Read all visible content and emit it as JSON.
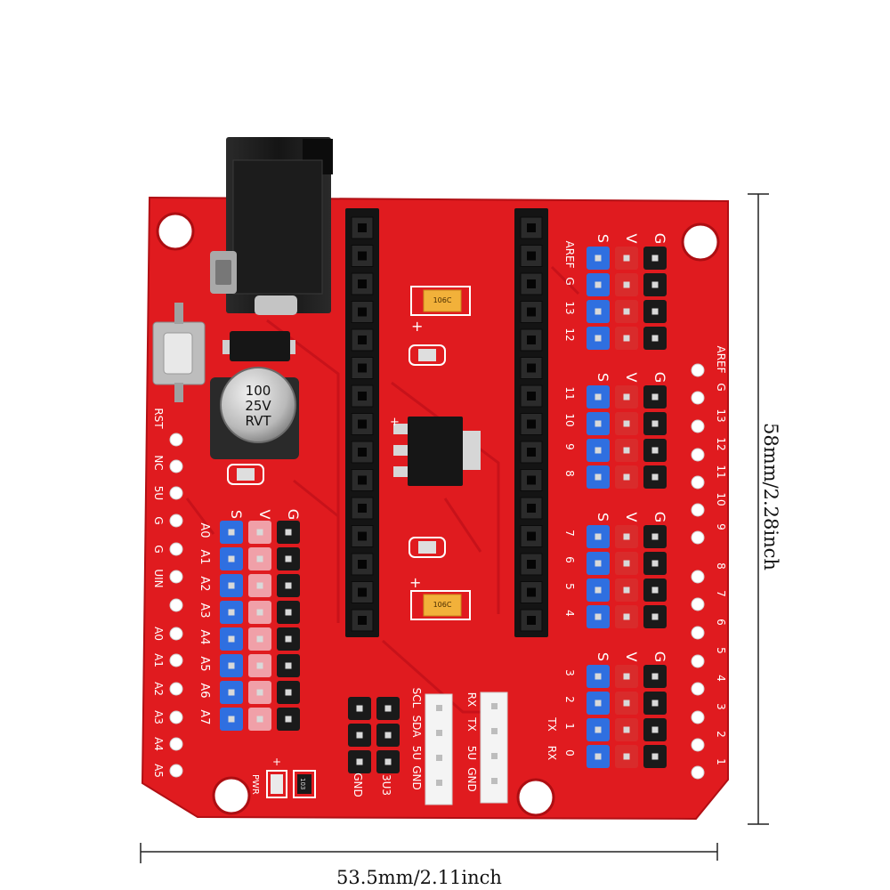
{
  "dimensions": {
    "width_label": "53.5mm/2.11inch",
    "height_label": "58mm/2.28inch"
  },
  "board": {
    "color": "#e01b1f",
    "trace_color": "#c9141a",
    "capacitor": {
      "lines": [
        "100",
        "25V",
        "RVT"
      ]
    },
    "tantalum_label": "106C",
    "plus_mark": "+",
    "led_label": "PWR",
    "resistor_label": "103",
    "left_silk": {
      "header_cols": [
        "S",
        "V",
        "G"
      ],
      "power_pins": [
        "RST",
        "NC",
        "5U",
        "G",
        "G",
        "UIN"
      ],
      "analog_pins": [
        "A0",
        "A1",
        "A2",
        "A3",
        "A4",
        "A5"
      ],
      "header_pins": [
        "A0",
        "A1",
        "A2",
        "A3",
        "A4",
        "A5",
        "A6",
        "A7"
      ]
    },
    "right_silk": {
      "header_cols": [
        "S",
        "V",
        "G"
      ],
      "group_labels": [
        [
          "AREF",
          "G",
          "13",
          "12"
        ],
        [
          "11",
          "10",
          "9",
          "8"
        ],
        [
          "7",
          "6",
          "5",
          "4"
        ],
        [
          "3",
          "2",
          "1",
          "0"
        ]
      ],
      "edge_pins": [
        "AREF",
        "G",
        "13",
        "12",
        "11",
        "10",
        "9",
        "8",
        "7",
        "6",
        "5",
        "4",
        "3",
        "2",
        "1",
        "0"
      ]
    },
    "bottom_silk": {
      "i2c_labels": [
        "SCL",
        "SDA",
        "5U",
        "GND"
      ],
      "uart_labels": [
        "RX",
        "TX",
        "5U",
        "GND"
      ],
      "txrx_labels": [
        "TX",
        "RX"
      ],
      "power_labels": [
        "GND",
        "3U3"
      ]
    },
    "pin_colors": {
      "signal": "#2f6fe0",
      "voltage": "#d92b2b",
      "voltage_light": "#f0a0a8",
      "ground": "#1a1a1a",
      "white": "#f4f4f4"
    }
  }
}
